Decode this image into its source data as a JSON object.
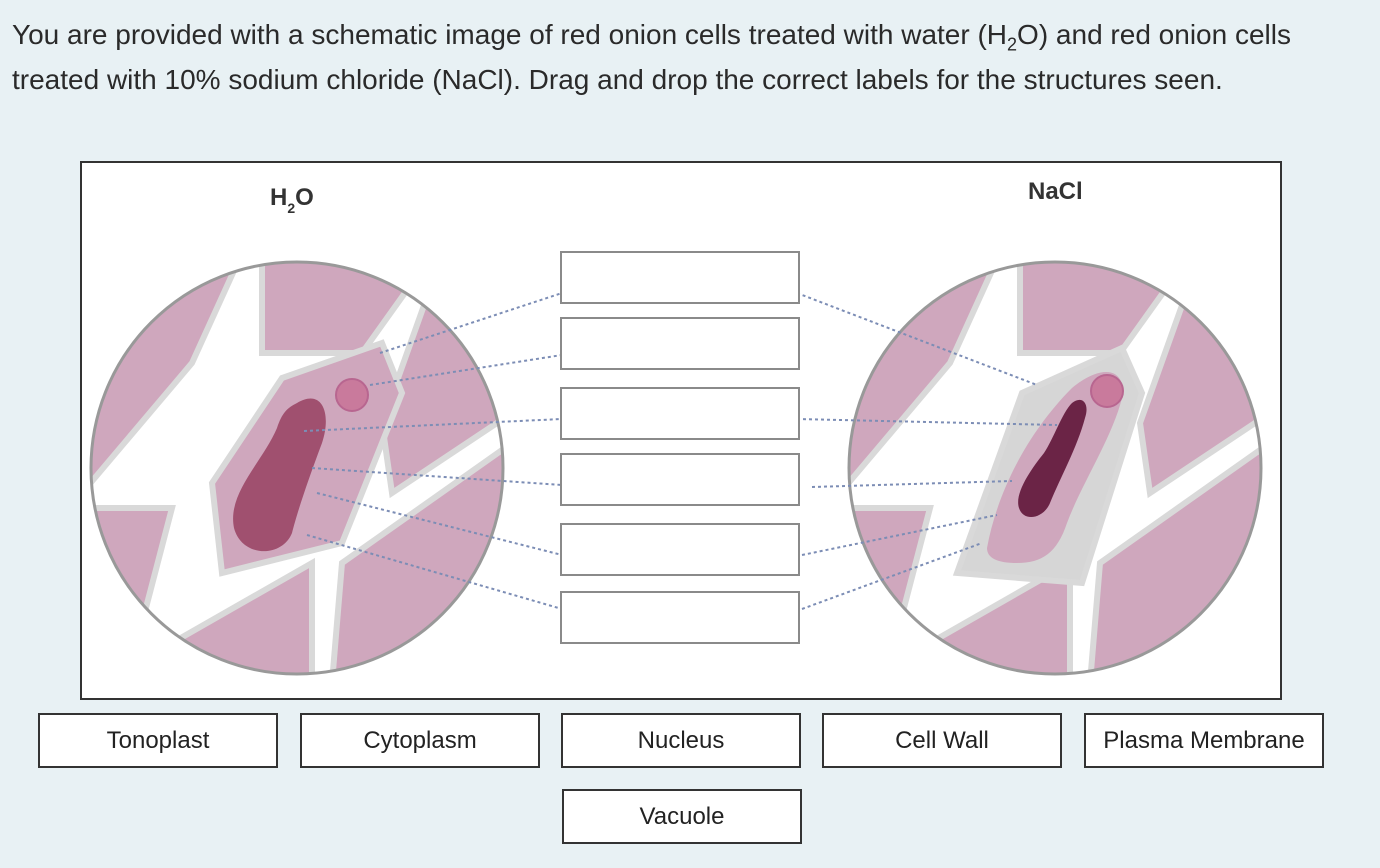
{
  "question": {
    "text_part1": "You are provided with a schematic image of red onion cells treated with water (H",
    "subscript": "2",
    "text_part2": "O) and red onion cells treated with 10% sodium chloride (NaCl). Drag and drop the correct labels for the structures seen."
  },
  "figure": {
    "left_label_main": "H",
    "left_label_sub": "2",
    "left_label_end": "O",
    "right_label": "NaCl"
  },
  "drop_zones": [
    "",
    "",
    "",
    "",
    "",
    ""
  ],
  "labels": {
    "tonoplast": "Tonoplast",
    "cytoplasm": "Cytoplasm",
    "nucleus": "Nucleus",
    "cell_wall": "Cell Wall",
    "plasma_membrane": "Plasma Membrane",
    "vacuole": "Vacuole"
  },
  "colors": {
    "cell_fill": "#cfa7bd",
    "cell_wall": "#ffffff",
    "cell_wall_edge": "#d9d9d9",
    "vacuole_water": "#a0506f",
    "vacuole_salt": "#6b2446",
    "nucleus": "#c97a9c",
    "shrunk_gap": "#d6d6d6",
    "leader_line": "#7c8db5"
  }
}
